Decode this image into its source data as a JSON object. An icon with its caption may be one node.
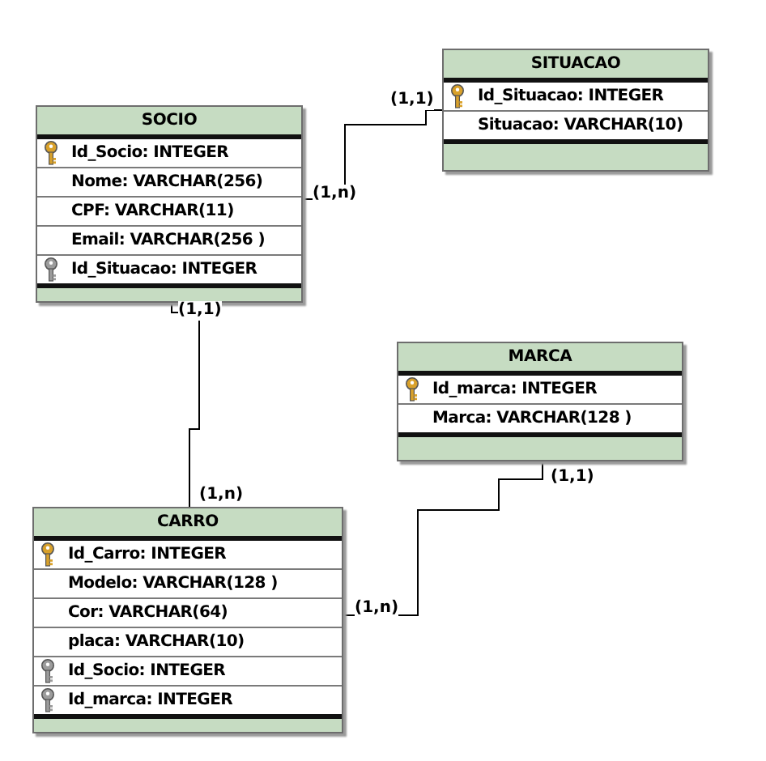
{
  "diagram": {
    "nodes": [
      {
        "text": [
          "SITUACAO",
          "Id_Situacao: INTEGER",
          "Situacao: VARCHAR(10)"
        ]
      },
      {
        "text": [
          "SOCIO",
          "Id_Socio: INTEGER",
          "Nome: VARCHAR(256)",
          "CPF: VARCHAR(11)",
          "Email: VARCHAR(256 )",
          "Id_Situacao: INTEGER"
        ]
      },
      {
        "text": [
          "MARCA",
          "Id_marca: INTEGER",
          "Marca: VARCHAR(128 )"
        ]
      },
      {
        "text": [
          "CARRO",
          "Id_Carro: INTEGER",
          "Modelo: VARCHAR(128 )",
          "Cor: VARCHAR(64)",
          "placa: VARCHAR(10)",
          "Id_Socio: INTEGER",
          "Id_marca: INTEGER"
        ]
      }
    ],
    "edges": [
      {
        "from": 1,
        "to": 0,
        "arrow": "none"
      },
      {
        "from": 1,
        "to": 3,
        "arrow": "none"
      },
      {
        "from": 2,
        "to": 3,
        "arrow": "none"
      }
    ],
    "labels": [
      "(1,1)",
      "(1,n)",
      "(1,1)",
      "(1,1)",
      "(1,n)",
      "(1,n)"
    ]
  }
}
